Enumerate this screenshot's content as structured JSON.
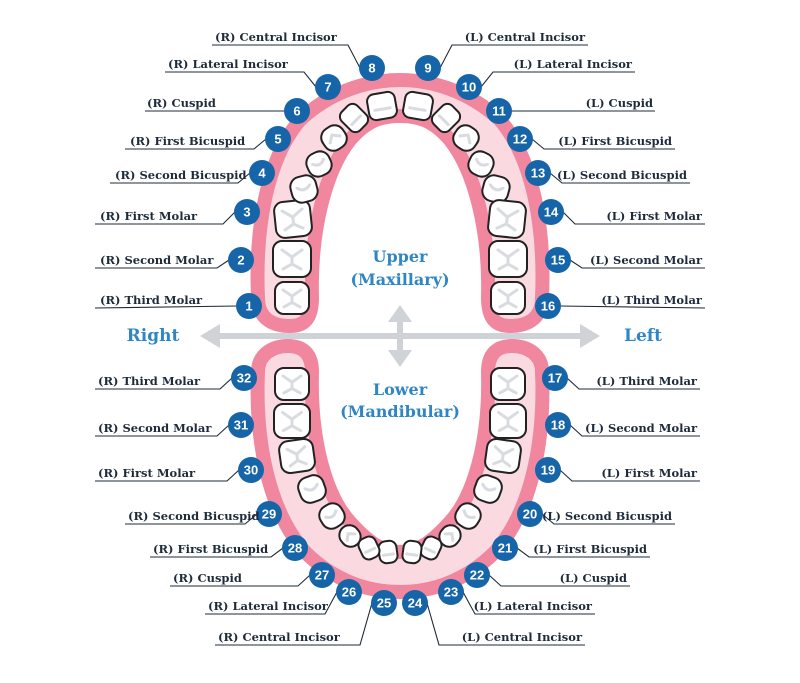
{
  "colors": {
    "gum": "#f0879f",
    "gum_light": "#fbd9e1",
    "badge": "#1565a8",
    "accent": "#2f86c4",
    "leader": "#1d2b3a",
    "arrow": "#cfd3d8",
    "tooth_fill": "#ffffff",
    "tooth_stroke": "#222222",
    "tooth_groove": "#d8dbe0"
  },
  "upper": {
    "line1": "Upper",
    "line2": "(Maxillary)"
  },
  "lower": {
    "line1": "Lower",
    "line2": "(Mandibular)"
  },
  "directions": {
    "right": "Right",
    "left": "Left"
  },
  "teeth": [
    {
      "n": "1",
      "label": "(R) Third Molar"
    },
    {
      "n": "2",
      "label": "(R) Second Molar"
    },
    {
      "n": "3",
      "label": "(R) First Molar"
    },
    {
      "n": "4",
      "label": "(R) Second Bicuspid"
    },
    {
      "n": "5",
      "label": "(R) First Bicuspid"
    },
    {
      "n": "6",
      "label": "(R) Cuspid"
    },
    {
      "n": "7",
      "label": "(R) Lateral Incisor"
    },
    {
      "n": "8",
      "label": "(R) Central Incisor"
    },
    {
      "n": "9",
      "label": "(L) Central Incisor"
    },
    {
      "n": "10",
      "label": "(L) Lateral Incisor"
    },
    {
      "n": "11",
      "label": "(L) Cuspid"
    },
    {
      "n": "12",
      "label": "(L) First Bicuspid"
    },
    {
      "n": "13",
      "label": "(L) Second Bicuspid"
    },
    {
      "n": "14",
      "label": "(L) First Molar"
    },
    {
      "n": "15",
      "label": "(L) Second Molar"
    },
    {
      "n": "16",
      "label": "(L) Third Molar"
    },
    {
      "n": "17",
      "label": "(L) Third Molar"
    },
    {
      "n": "18",
      "label": "(L) Second Molar"
    },
    {
      "n": "19",
      "label": "(L) First Molar"
    },
    {
      "n": "20",
      "label": "(L) Second Bicuspid"
    },
    {
      "n": "21",
      "label": "(L) First Bicuspid"
    },
    {
      "n": "22",
      "label": "(L) Cuspid"
    },
    {
      "n": "23",
      "label": "(L) Lateral Incisor"
    },
    {
      "n": "24",
      "label": "(L) Central Incisor"
    },
    {
      "n": "25",
      "label": "(R) Central Incisor"
    },
    {
      "n": "26",
      "label": "(R) Lateral Incisor"
    },
    {
      "n": "27",
      "label": "(R) Cuspid"
    },
    {
      "n": "28",
      "label": "(R) First Bicuspid"
    },
    {
      "n": "29",
      "label": "(R) Second Bicuspid"
    },
    {
      "n": "30",
      "label": "(R) First Molar"
    },
    {
      "n": "31",
      "label": "(R) Second Molar"
    },
    {
      "n": "32",
      "label": "(R) Third Molar"
    }
  ]
}
